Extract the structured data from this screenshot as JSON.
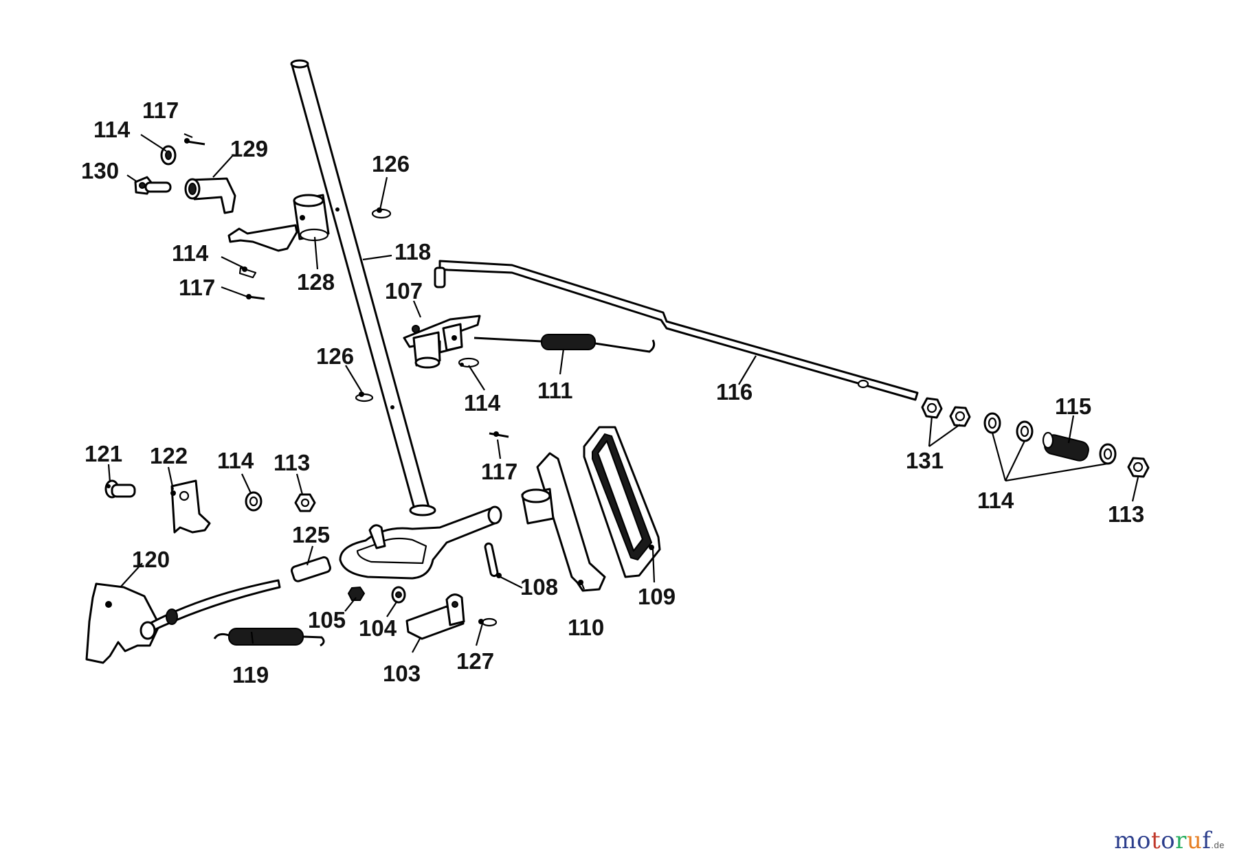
{
  "diagram": {
    "labels": {
      "l103": "103",
      "l104": "104",
      "l105": "105",
      "l107": "107",
      "l108": "108",
      "l109": "109",
      "l110": "110",
      "l111": "111",
      "l113a": "113",
      "l113b": "113",
      "l114a": "114",
      "l114b": "114",
      "l114c": "114",
      "l114d": "114",
      "l114e": "114",
      "l115": "115",
      "l116": "116",
      "l117a": "117",
      "l117b": "117",
      "l117c": "117",
      "l118": "118",
      "l119": "119",
      "l120": "120",
      "l121": "121",
      "l122": "122",
      "l125": "125",
      "l126a": "126",
      "l126b": "126",
      "l127": "127",
      "l128": "128",
      "l129": "129",
      "l130": "130",
      "l131": "131"
    }
  },
  "watermark": {
    "letters": [
      "m",
      "o",
      "t",
      "o",
      "r",
      "u",
      "f"
    ],
    "colors": [
      "#2c3e8c",
      "#2c3e8c",
      "#c0392b",
      "#2c3e8c",
      "#27ae60",
      "#e67e22",
      "#2c3e8c"
    ],
    "tld": ".de"
  }
}
